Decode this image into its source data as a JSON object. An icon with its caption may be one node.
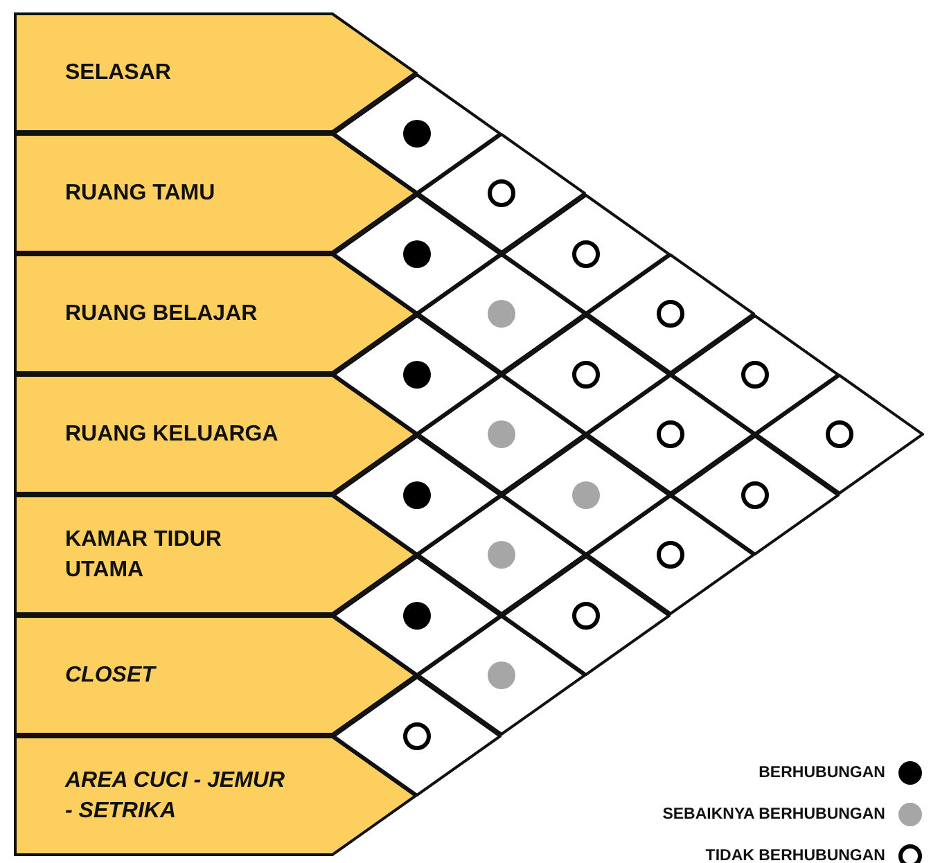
{
  "diagram": {
    "nodes": [
      {
        "text": [
          "SELASAR"
        ]
      },
      {
        "text": [
          "RUANG TAMU"
        ]
      },
      {
        "text": [
          "RUANG BELAJAR"
        ]
      },
      {
        "text": [
          "RUANG KELUARGA"
        ]
      },
      {
        "text": [
          "KAMAR TIDUR UTAMA"
        ]
      },
      {
        "text": [
          "CLOSET"
        ]
      },
      {
        "text": [
          "AREA CUCI - JEMUR - SETRIKA"
        ]
      },
      {
        "text": [],
        "shape": "diamond"
      },
      {
        "text": [],
        "shape": "diamond"
      },
      {
        "text": [],
        "shape": "diamond"
      },
      {
        "text": [],
        "shape": "diamond"
      },
      {
        "text": [],
        "shape": "diamond"
      },
      {
        "text": [],
        "shape": "diamond"
      },
      {
        "text": [],
        "shape": "diamond"
      },
      {
        "text": [],
        "shape": "diamond"
      },
      {
        "text": [],
        "shape": "diamond"
      },
      {
        "text": [],
        "shape": "diamond"
      },
      {
        "text": [],
        "shape": "diamond"
      },
      {
        "text": [],
        "shape": "diamond"
      },
      {
        "text": [],
        "shape": "diamond"
      },
      {
        "text": [],
        "shape": "diamond"
      },
      {
        "text": [],
        "shape": "diamond"
      },
      {
        "text": [],
        "shape": "diamond"
      },
      {
        "text": [],
        "shape": "diamond"
      },
      {
        "text": [],
        "shape": "diamond"
      },
      {
        "text": [],
        "shape": "diamond"
      },
      {
        "text": [],
        "shape": "diamond"
      },
      {
        "text": [],
        "shape": "diamond"
      }
    ],
    "legend": [
      {
        "text": "BERHUBUNGAN",
        "color": "#000000"
      },
      {
        "text": "SEBAIKNYA BERHUBUNGAN",
        "color": "#a6a6a6"
      },
      {
        "text": "TIDAK BERHUBUNGAN"
      }
    ]
  }
}
